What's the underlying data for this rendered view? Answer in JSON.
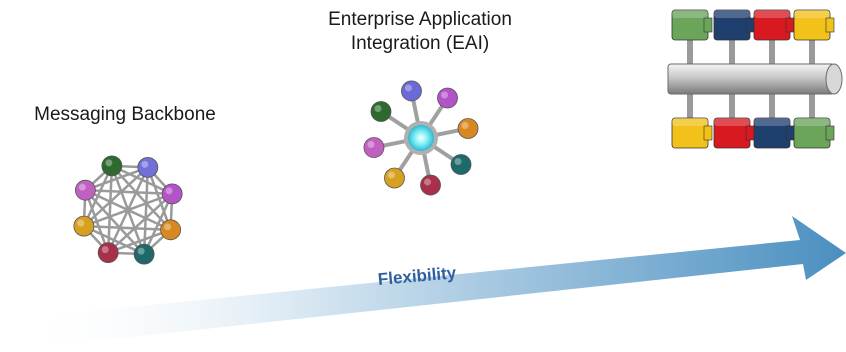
{
  "stages": {
    "messaging_backbone": {
      "label": "Messaging Backbone",
      "node_colors": [
        "#2e6a2e",
        "#7070d8",
        "#b452c8",
        "#d88820",
        "#1e6a6a",
        "#a83048",
        "#d8a020",
        "#c060c0"
      ]
    },
    "eai": {
      "label_line1": "Enterprise Application",
      "label_line2": "Integration (EAI)",
      "hub_color": "#6fe8f0",
      "node_colors": [
        "#6a6ad8",
        "#b452c8",
        "#d88820",
        "#1e6a6a",
        "#a83048",
        "#d8a020",
        "#c060c0",
        "#2e6a2e"
      ]
    },
    "bus": {
      "top_block_colors": [
        "#6aa55a",
        "#1f3f6f",
        "#d81a20",
        "#f2c21a"
      ],
      "bottom_block_colors": [
        "#f2c21a",
        "#d81a20",
        "#1f3f6f",
        "#6aa55a"
      ],
      "pipe_color": "#b8b8b8"
    }
  },
  "arrow": {
    "label": "Flexibility",
    "color_start": "#ffffff",
    "color_end": "#4a8fc0"
  }
}
